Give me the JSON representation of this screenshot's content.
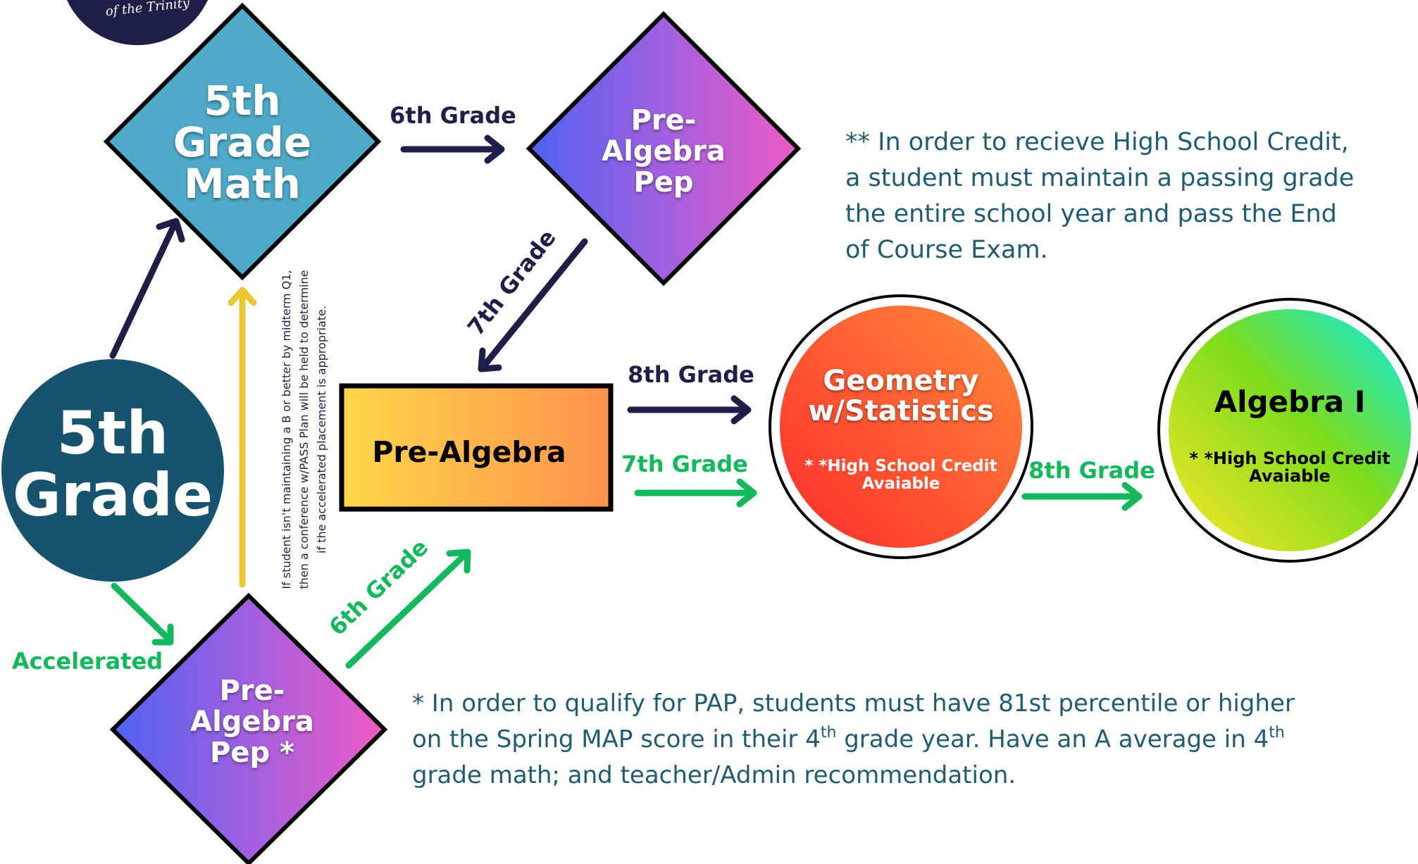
{
  "logo": {
    "text": "of the Trinity"
  },
  "nodes": {
    "start": {
      "lines": [
        "5th",
        "Grade"
      ],
      "fill": "#17536e"
    },
    "fifth_math": {
      "lines": [
        "5th",
        "Grade",
        "Math"
      ],
      "fill": "#4eaac8"
    },
    "pap_top": {
      "lines": [
        "Pre-",
        "Algebra",
        "Pep"
      ]
    },
    "pap_bottom": {
      "lines": [
        "Pre-",
        "Algebra",
        "Pep *"
      ]
    },
    "pre_algebra": {
      "label": "Pre-Algebra"
    },
    "geometry": {
      "lines": [
        "Geometry",
        "w/Statistics"
      ],
      "credit": [
        "* *High School Credit",
        "Avaiable"
      ]
    },
    "algebra1": {
      "label": "Algebra I",
      "credit": [
        "* *High School Credit",
        "Avaiable"
      ]
    }
  },
  "edges": {
    "fifth_to_pap": "6th Grade",
    "pap_to_prealg": "7th Grade",
    "prealg_to_geo_dark": "8th Grade",
    "prealg_to_geo_green": "7th Grade",
    "geo_to_alg": "8th Grade",
    "pap_bottom_to_prealg": "6th Grade",
    "accelerated": "Accelerated"
  },
  "vertical_note": [
    "If student isn't maintaining a B or better by midterm Q1,",
    "then a conference w/PASS Plan will be held to determine",
    "if the accelerated placement is appropriate."
  ],
  "notes": {
    "credit": [
      "** In order to recieve High School Credit,",
      "a student must maintain a passing grade",
      "the entire school year and pass the End",
      "of Course Exam."
    ],
    "pap": [
      [
        "* In order to qualify for PAP, students must have 81st percentile or higher"
      ],
      [
        "on the Spring MAP score in their 4",
        "th",
        " grade year.  Have an A average in 4",
        "th"
      ],
      [
        "grade math; and teacher/Admin recommendation."
      ]
    ]
  },
  "colors": {
    "navy": "#1d1f48",
    "green": "#12b85c",
    "yellow": "#eac72e",
    "teal_text": "#1e5c73"
  }
}
